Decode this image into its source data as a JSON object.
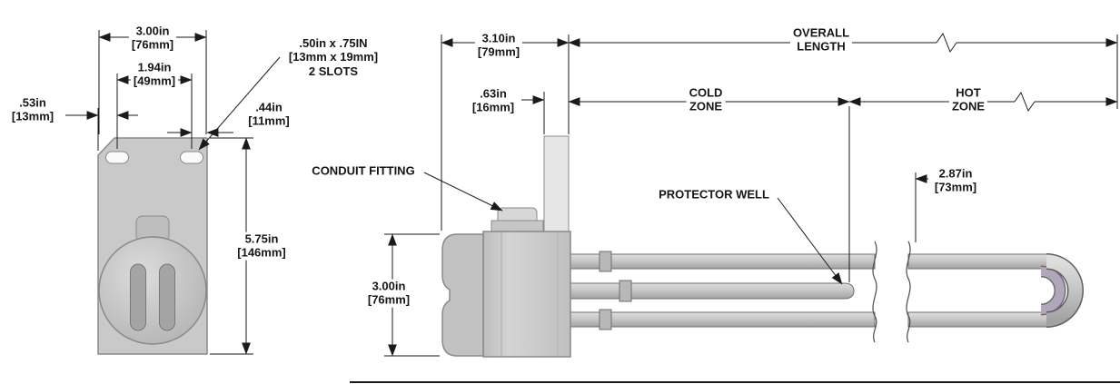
{
  "front_view": {
    "plate_width": {
      "in": "3.00in",
      "mm": "[76mm]"
    },
    "slot_spacing": {
      "in": "1.94in",
      "mm": "[49mm]"
    },
    "left_offset": {
      "in": ".53in",
      "mm": "[13mm]"
    },
    "right_offset": {
      "in": ".44in",
      "mm": "[11mm]"
    },
    "plate_height": {
      "in": "5.75in",
      "mm": "[146mm]"
    },
    "slot_callout": {
      "line1": ".50in x .75IN",
      "line2": "[13mm x 19mm]",
      "line3": "2 SLOTS"
    }
  },
  "side_view": {
    "fitting_length": {
      "in": "3.10in",
      "mm": "[79mm]"
    },
    "riser_width": {
      "in": ".63in",
      "mm": "[16mm]"
    },
    "body_height": {
      "in": "3.00in",
      "mm": "[76mm]"
    },
    "hot_end": {
      "in": "2.87in",
      "mm": "[73mm]"
    },
    "conduit_fitting": "CONDUIT FITTING",
    "protector_well": "PROTECTOR WELL",
    "overall_length": {
      "line1": "OVERALL",
      "line2": "LENGTH"
    },
    "cold_zone": {
      "line1": "COLD",
      "line2": "ZONE"
    },
    "hot_zone": {
      "line1": "HOT",
      "line2": "ZONE"
    }
  },
  "colors": {
    "metal_light": "#dedede",
    "metal_mid": "#c6c6c6",
    "metal_dark": "#a2a2a2",
    "outline": "#898989",
    "dimension": "#1a1a1a",
    "background": "#ffffff"
  }
}
